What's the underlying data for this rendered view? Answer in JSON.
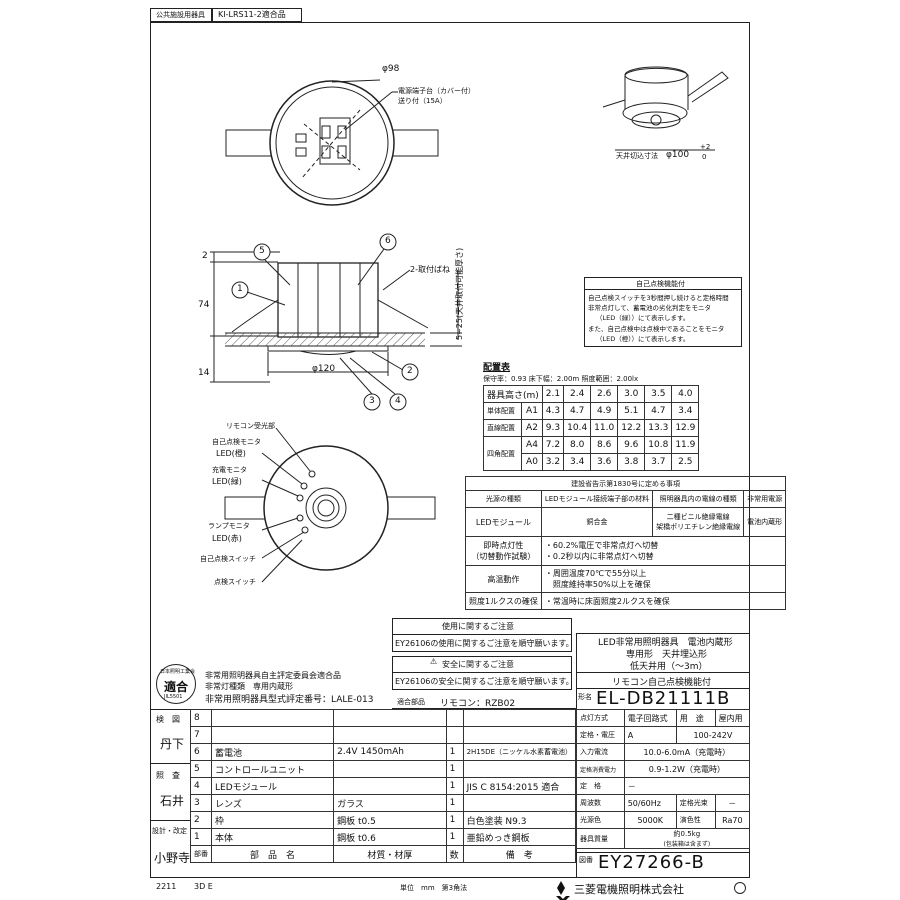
{
  "header": {
    "tag1": "公共施設用器具",
    "tag2": "KI-LRS11-2適合品"
  },
  "top_drawing": {
    "dia": "φ98",
    "terminal_1": "電源端子台（カバー付）",
    "terminal_2": "送り付（15A）"
  },
  "iso_drawing": {
    "cutout_label": "天井切込寸法",
    "cutout_value": "φ100",
    "tol_upper": "+2",
    "tol_lower": "0"
  },
  "side_drawing": {
    "dim_2": "2",
    "dim_74": "74",
    "dim_14": "14",
    "dia_120": "φ120",
    "spring": "2-取付ばね",
    "ceiling": "5~25(天井取付可能厚さ)",
    "callouts": [
      "1",
      "2",
      "3",
      "4",
      "5",
      "6"
    ]
  },
  "self_check": {
    "title": "自己点検機能付",
    "lines": [
      "自己点検スイッチを3秒間押し続けると定格時間",
      "非常点灯して、蓄電池の劣化判定をモニタ",
      "（LED（緑））にて表示します。",
      "また、自己点検中は点検中であることをモニタ",
      "（LED（橙））にて表示します。"
    ]
  },
  "layout_table": {
    "title": "配置表",
    "conditions": "保守率：0.93  床下幅：2.00m  照度範囲：2.00lx",
    "header": [
      "器具高さ(m)",
      "",
      "2.1",
      "2.4",
      "2.6",
      "3.0",
      "3.5",
      "4.0"
    ],
    "rows": [
      [
        "単体配置",
        "A1",
        "4.3",
        "4.7",
        "4.9",
        "5.1",
        "4.7",
        "3.4"
      ],
      [
        "直線配置",
        "A2",
        "9.3",
        "10.4",
        "11.0",
        "12.2",
        "13.3",
        "12.9"
      ],
      [
        "四角配置",
        "A4",
        "7.2",
        "8.0",
        "8.6",
        "9.6",
        "10.8",
        "11.9"
      ],
      [
        "",
        "A0",
        "3.2",
        "3.4",
        "3.6",
        "3.8",
        "3.7",
        "2.5"
      ]
    ]
  },
  "front_view": {
    "labels": [
      "リモコン受光部",
      "自己点検モニタ",
      "LED(橙)",
      "充電モニタ",
      "LED(緑)",
      "ランプモニタ",
      "LED(赤)",
      "自己点検スイッチ",
      "点検スイッチ"
    ]
  },
  "notice_table": {
    "title": "建設省告示第1830号に定める事項",
    "h1": "光源の種類",
    "h2": "LEDモジュール接続端子部の材料",
    "h3": "照明器具内の電線の種類",
    "h4": "非常用電源",
    "r1c1": "LEDモジュール",
    "r1c2": "銅合金",
    "r1c3a": "二種ビニル絶縁電線",
    "r1c3b": "架橋ポリエチレン絶縁電線",
    "r1c4": "電池内蔵形",
    "r2c1a": "即時点灯性",
    "r2c1b": "（切替動作試験）",
    "r2c2a": "・60.2%電圧で非常点灯へ切替",
    "r2c2b": "・0.2秒以内に非常点灯へ切替",
    "r3c1": "高温動作",
    "r3c2a": "・周囲温度70℃で55分以上",
    "r3c2b": "照度維持率50%以上を確保",
    "r4c1": "照度1ルクスの確保",
    "r4c2": "・常温時に床面照度2ルクスを確保"
  },
  "caution": {
    "use_title": "使用に関するご注意",
    "use_text": "EY26106の使用に関するご注意を順守願います。",
    "safety_title": "安全に関するご注意",
    "safety_text": "EY26106の安全に関するご注意を順守願います。"
  },
  "cert": {
    "badge_top": "日本照明工業会",
    "badge_main": "適合",
    "badge_bottom": "JIL5501",
    "line1": "非常用照明器具自主評定委員会適合品",
    "line2": "非常灯種類　専用内蔵形",
    "line3": "非常用照明器具型式評定番号：LALE-013"
  },
  "parts_row": {
    "label": "適合部品",
    "remote": "リモコン：RZB02"
  },
  "product": {
    "desc1": "LED非常用照明器具　電池内蔵形",
    "desc2": "専用形　天井埋込形",
    "desc3": "低天井用（～3m）",
    "desc4": "リモコン自己点検機能付",
    "form_label": "形名",
    "model": "EL-DB21111B",
    "lighting_label": "点灯方式",
    "lighting": "電子回路式",
    "use_label": "用　途",
    "use": "屋内用",
    "rated_v_label": "定格・電圧",
    "rated_v_a": "A",
    "rated_v": "100-242V",
    "input_label": "入力電流",
    "input": "10.0-6.0mA（充電時）",
    "power_label": "定格消費電力",
    "power": "0.9-1.2W（充電時）",
    "rated_label": "定　格",
    "rated": "－",
    "freq_label": "周波数",
    "freq": "50/60Hz",
    "flux_label": "定格光束",
    "flux": "－",
    "color_label": "光源色",
    "color": "5000K",
    "cri_label": "演色性",
    "cri": "Ra70",
    "weight_label": "器具質量",
    "weight": "約0.5kg",
    "weight_note": "(包装箱は含まず)",
    "drawing_label": "図番",
    "drawing_no": "EY27266-B"
  },
  "bom": {
    "rows": [
      {
        "no": "8",
        "name": "",
        "spec": "",
        "qty": "",
        "note": ""
      },
      {
        "no": "7",
        "name": "",
        "spec": "",
        "qty": "",
        "note": ""
      },
      {
        "no": "6",
        "name": "蓄電池",
        "spec": "2.4V 1450mAh",
        "qty": "1",
        "note": "2H15DE（ニッケル水素蓄電池）"
      },
      {
        "no": "5",
        "name": "コントロールユニット",
        "spec": "",
        "qty": "1",
        "note": ""
      },
      {
        "no": "4",
        "name": "LEDモジュール",
        "spec": "",
        "qty": "1",
        "note": "JIS C 8154:2015 適合"
      },
      {
        "no": "3",
        "name": "レンズ",
        "spec": "ガラス",
        "qty": "1",
        "note": ""
      },
      {
        "no": "2",
        "name": "枠",
        "spec": "鋼板 t0.5",
        "qty": "1",
        "note": "白色塗装 N9.3"
      },
      {
        "no": "1",
        "name": "本体",
        "spec": "鋼板 t0.6",
        "qty": "1",
        "note": "亜鉛めっき鋼板"
      }
    ],
    "footer": [
      "部番",
      "部　品　名",
      "材質・材厚",
      "数",
      "備　考"
    ],
    "sign_labels": [
      "検　図",
      "丹下",
      "照　査",
      "石井",
      "設計・改定",
      "小野寺"
    ]
  },
  "bottom": {
    "date": "2211",
    "cad": "3D E",
    "unit": "単位　mm　第3角法",
    "company": "三菱電機照明株式会社"
  }
}
